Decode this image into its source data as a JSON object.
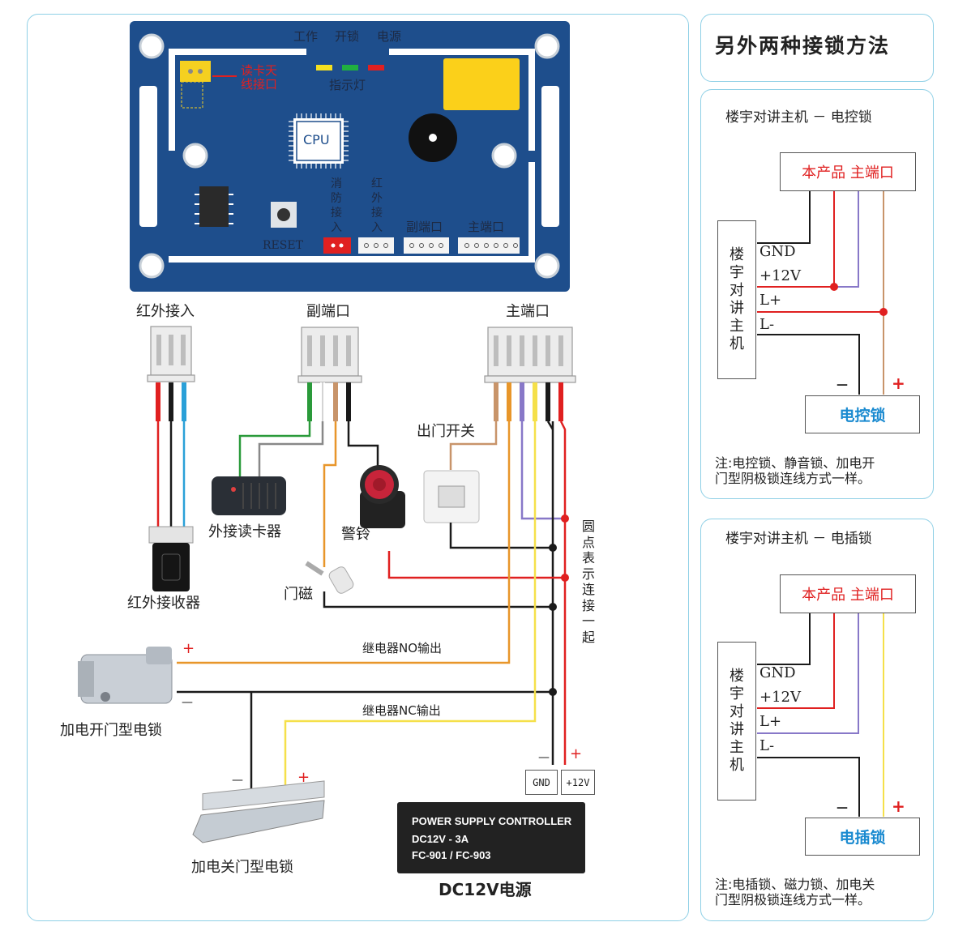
{
  "board": {
    "ind_work": "工作",
    "ind_unlock": "开锁",
    "ind_power": "电源",
    "indicator_label": "指示灯",
    "antenna_label_1": "读卡天",
    "antenna_label_2": "线接口",
    "cpu": "CPU",
    "reset": "RESET",
    "fire_v": [
      "消",
      "防",
      "接",
      "入"
    ],
    "ir_v": [
      "红",
      "外",
      "接",
      "入"
    ],
    "sub_port": "副端口",
    "main_port": "主端口"
  },
  "connectors": {
    "ir_in": "红外接入",
    "sub_port": "副端口",
    "main_port": "主端口"
  },
  "devices": {
    "card_reader": "外接读卡器",
    "alarm": "警铃",
    "exit_switch": "出门开关",
    "door_magnet": "门磁",
    "ir_receiver": "红外接收器",
    "lock_open": "加电开门型电锁",
    "lock_close": "加电关门型电锁",
    "relay_no": "继电器NO输出",
    "relay_nc": "继电器NC输出",
    "dot_note": [
      "圆",
      "点",
      "表",
      "示",
      "连",
      "接",
      "一",
      "起"
    ],
    "gnd": "GND",
    "v12": "+12V",
    "plus": "+",
    "minus": "—",
    "psu_line1": "POWER SUPPLY CONTROLLER",
    "psu_line2": "DC12V - 3A",
    "psu_line3": "FC-901 / FC-903",
    "psu_title": "DC12V电源"
  },
  "right": {
    "title": "另外两种接锁方法",
    "top": {
      "heading": "楼宇对讲主机 － 电控锁",
      "product_port": "本产品 主端口",
      "host_v": [
        "楼",
        "宇",
        "对",
        "讲",
        "主",
        "机"
      ],
      "gnd": "GND",
      "v12": "+12V",
      "lp": "L+",
      "lm": "L-",
      "lock": "电控锁",
      "note1": "注:电控锁、静音锁、加电开",
      "note2": "门型阴极锁连线方式一样。"
    },
    "bottom": {
      "heading": "楼宇对讲主机 － 电插锁",
      "product_port": "本产品 主端口",
      "host_v": [
        "楼",
        "宇",
        "对",
        "讲",
        "主",
        "机"
      ],
      "gnd": "GND",
      "v12": "+12V",
      "lp": "L+",
      "lm": "L-",
      "lock": "电插锁",
      "note1": "注:电插锁、磁力锁、加电关",
      "note2": "门型阴极锁连线方式一样。"
    }
  },
  "colors": {
    "pcb": "#1e4e8c",
    "red": "#e02020",
    "orange": "#e8962a",
    "brown": "#c8946a",
    "purple": "#8878c8",
    "yellow": "#f5e04a",
    "green": "#2a9a3a",
    "blue": "#2aa0d8",
    "black": "#1a1a1a",
    "accent_text": "#1a8ad0"
  }
}
